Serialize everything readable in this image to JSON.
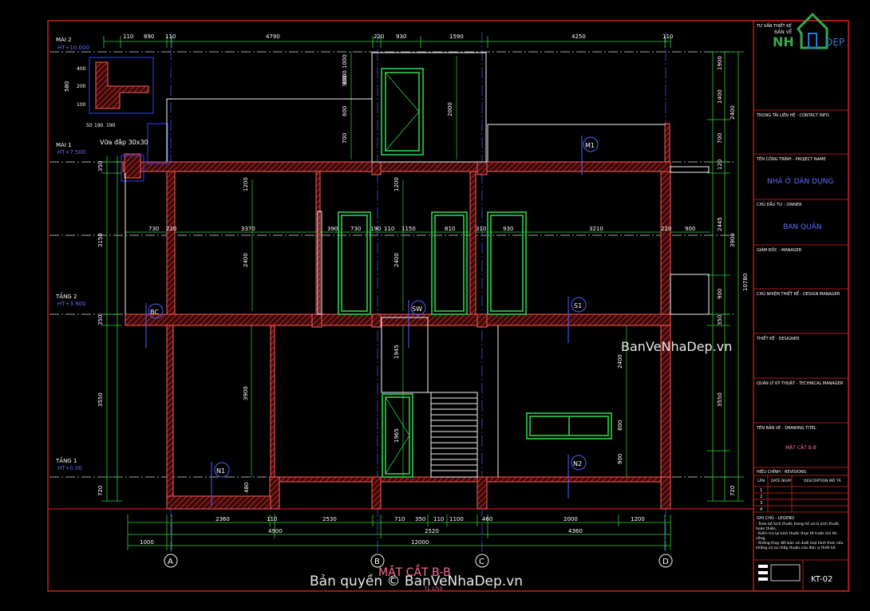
{
  "drawing": {
    "levels": [
      {
        "name": "MÁI 2",
        "elev": "HT+10.000"
      },
      {
        "name": "MÁI 1",
        "elev": "HT+7.500"
      },
      {
        "name": "TẦNG 2",
        "elev": "HT+3.900"
      },
      {
        "name": "TẦNG 1",
        "elev": "HT+0.00"
      }
    ],
    "top_dims": [
      "110",
      "890",
      "110",
      "4790",
      "220",
      "930",
      "1590",
      "4250",
      "110"
    ],
    "bottom_dims_1": [
      "2360",
      "110",
      "2530",
      "710",
      "350",
      "110",
      "1100",
      "460",
      "2000",
      "1200"
    ],
    "bottom_dims_2": [
      "4900",
      "2520",
      "4360"
    ],
    "total_dim": "12000",
    "left_outer_dim": "1000",
    "inner_dims": [
      "730",
      "3370",
      "390",
      "730",
      "190",
      "110",
      "1150",
      "810",
      "310",
      "930",
      "3210",
      "220",
      "220",
      "900"
    ],
    "vertical_dims_left": [
      "580",
      "3150",
      "3550",
      "350",
      "350",
      "720",
      "480"
    ],
    "vertical_dims_inner": [
      "1000",
      "1000",
      "900",
      "600",
      "700",
      "1200",
      "2400",
      "3900",
      "1200",
      "2400",
      "2000",
      "1945",
      "1965",
      "2400",
      "800",
      "900"
    ],
    "vertical_dims_right": [
      "1900",
      "1400",
      "2400",
      "700",
      "120",
      "2445",
      "3900",
      "900",
      "350",
      "3550",
      "720",
      "10780"
    ],
    "small_dims": [
      "190",
      "50",
      "190",
      "400",
      "200",
      "100"
    ],
    "wall_cap_label": "Vữa đắp 30x30",
    "axes": [
      "A",
      "B",
      "C",
      "D"
    ],
    "markers": [
      "M1",
      "BC",
      "SW",
      "S1",
      "N1",
      "N2"
    ],
    "section_title": "MẶT CẮT B-B",
    "scale": "TL 1/50",
    "watermark": "BanVeNhaDep.vn",
    "copyright": "Bản quyền © BanVeNhaDep.vn"
  },
  "title_block": {
    "logo_line1": "BẢN VẼ",
    "logo_nh": "NH",
    "logo_dep": "ĐẸP",
    "rows": [
      {
        "label": "TƯ VẤN THIẾT KẾ",
        "value": ""
      },
      {
        "label": "TRỌNG TÀI LIÊN HỆ - CONTACT INFO",
        "value": ""
      },
      {
        "label": "TÊN CÔNG TRÌNH - PROJECT NAME",
        "value": "NHÀ Ở DÂN DỤNG"
      },
      {
        "label": "CHỦ ĐẦU TƯ - OWNER",
        "value": "BAN QUẢN"
      },
      {
        "label": "GIÁM ĐỐC - MANAGER",
        "value": ""
      },
      {
        "label": "CHỦ NHIỆM THIẾT KẾ - DESIGN MANAGER",
        "value": ""
      },
      {
        "label": "THIẾT KẾ - DESIGNER",
        "value": ""
      },
      {
        "label": "QUẢN LÝ KỸ THUẬT - TECHNICAL MANAGER",
        "value": ""
      },
      {
        "label": "TÊN BẢN VẼ - DRAWING TITEL",
        "value": "MẶT CẮT B-B"
      }
    ],
    "revisions_title": "HIỆU CHỈNH - REVISIONS",
    "rev_headers": [
      "LẦN",
      "DATE NGÀY",
      "DESCRIPTION MÔ TẢ"
    ],
    "rev_rows": [
      "1",
      "2",
      "3",
      "4"
    ],
    "legend_title": "GHI CHÚ - LEGEND",
    "legend_lines": [
      "- Toàn bộ kích thước trong hồ sơ là kích thước hoàn thiện.",
      "- Kiểm tra lại kích thước thực tế trước khi thi công.",
      "- Không thay đổi bản vẽ dưới mọi hình thức nếu không có sự chấp thuận của đơn vị thiết kế."
    ],
    "sheet": "KT-02"
  },
  "colors": {
    "frame": "#e02020",
    "wall": "#ff5a5a",
    "dim": "#34d03c",
    "door": "#2bd14a",
    "line": "#f2f2f2",
    "axis": "#4a5cff",
    "text": "#ffffff",
    "title": "#ff6aa0",
    "blue": "#3040ff",
    "logo_green": "#3aa84a",
    "logo_blue": "#2a7ad0"
  }
}
